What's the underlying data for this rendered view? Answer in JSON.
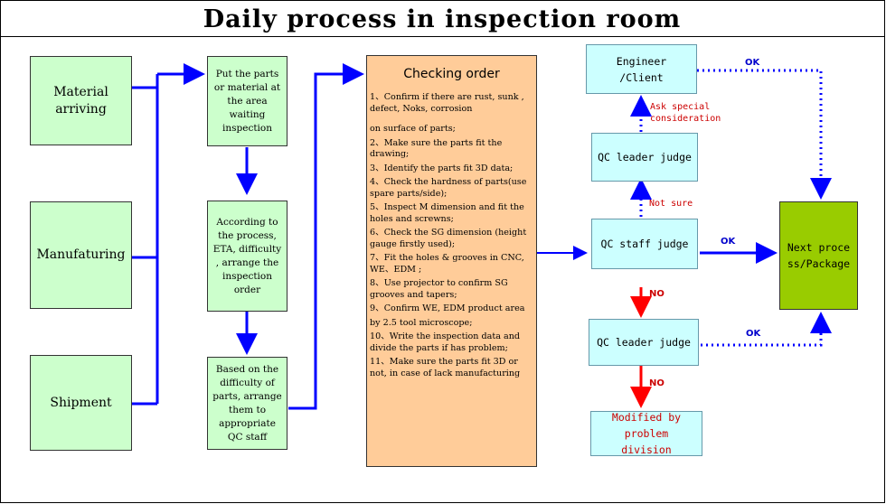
{
  "title": "Daily process in inspection room",
  "inputs": {
    "material": "Material arriving",
    "manufacturing": "Manufaturing",
    "shipment": "Shipment"
  },
  "steps": {
    "put_parts": "Put the parts or material at the area waiting inspection",
    "arrange_order": "According to the process, ETA, difficulty , arrange the inspection order",
    "arrange_staff": "Based on the difficulty of parts, arrange them to appropriate QC staff"
  },
  "checking_order": {
    "heading": "Checking order",
    "items": [
      "1、Confirm if there are rust, sunk , defect, Noks, corrosion",
      "on surface of parts;",
      "2、Make sure the parts fit the drawing;",
      "3、Identify the parts fit 3D data;",
      "4、Check the hardness of parts(use spare parts/side);",
      "5、Inspect M dimension and fit the holes and screwns;",
      "6、Check the SG dimension (height gauge firstly used);",
      "7、Fit the holes & grooves in CNC, WE、EDM ;",
      "8、Use projector to confirm SG grooves and tapers;",
      "9、Confirm WE, EDM product area",
      "by 2.5 tool microscope;",
      "10、Write the inspection data and divide the parts if has problem;",
      "11、Make sure the parts fit 3D or not, in case of lack manufacturing"
    ]
  },
  "judges": {
    "engineer": "Engineer /Client",
    "leader_top": "QC leader judge",
    "staff": "QC staff judge",
    "leader_bottom": "QC leader judge",
    "modified": "Modified by problem division",
    "next": "Next process/Package"
  },
  "edge_labels": {
    "ok_top": "OK",
    "ask_special": "Ask special consideration",
    "not_sure": "Not sure",
    "ok_mid": "OK",
    "no_1": "NO",
    "ok_bottom": "OK",
    "no_2": "NO"
  },
  "colors": {
    "green_box": "#ccffcc",
    "cyan_box": "#ccffff",
    "orange_box": "#ffcc99",
    "next_box": "#99cc00",
    "blue_arrow": "#0000ff",
    "red_arrow": "#ff0000",
    "red_text": "#cc0000"
  }
}
